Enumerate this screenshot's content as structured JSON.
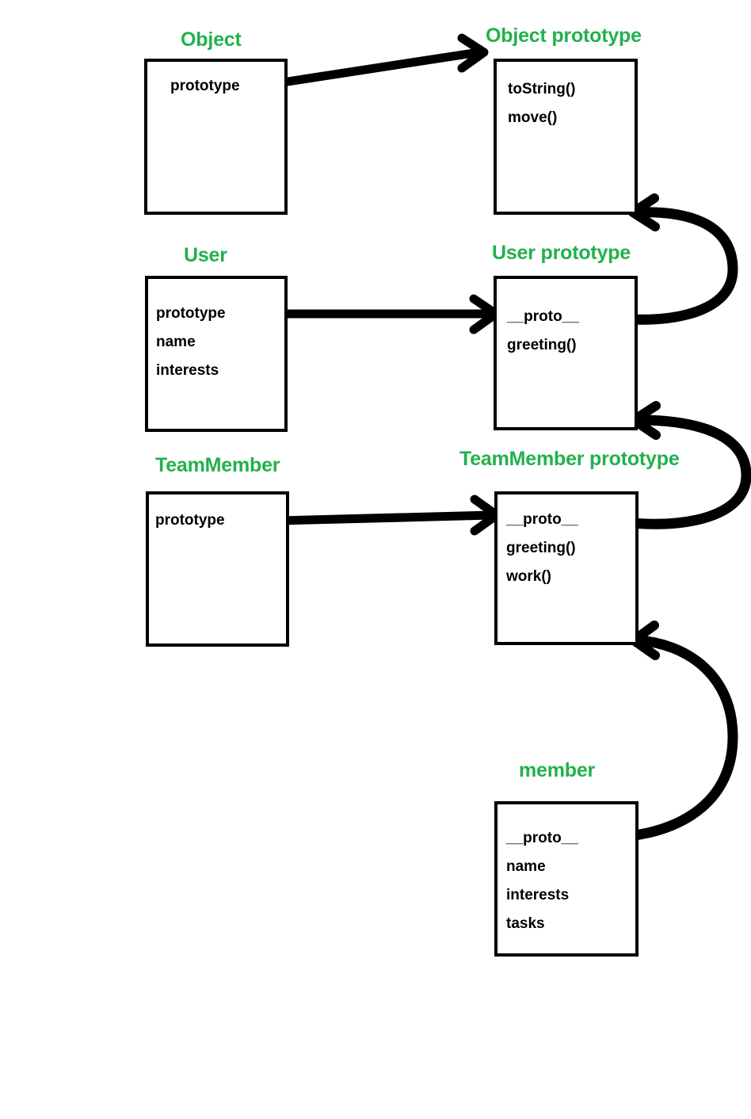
{
  "diagram": {
    "title_color": "#22b14c",
    "stroke_color": "#000000",
    "background": "#ffffff",
    "nodes": [
      {
        "id": "object",
        "title": "Object",
        "fields": [
          "prototype"
        ]
      },
      {
        "id": "object-prototype",
        "title": "Object prototype",
        "fields": [
          "toString()",
          "move()"
        ]
      },
      {
        "id": "user",
        "title": "User",
        "fields": [
          "prototype",
          "name",
          "interests"
        ]
      },
      {
        "id": "user-prototype",
        "title": "User prototype",
        "fields": [
          "__proto__",
          "greeting()"
        ]
      },
      {
        "id": "teammember",
        "title": "TeamMember",
        "fields": [
          "prototype"
        ]
      },
      {
        "id": "teammember-prototype",
        "title": "TeamMember prototype",
        "fields": [
          "__proto__",
          "greeting()",
          "work()"
        ]
      },
      {
        "id": "member",
        "title": "member",
        "fields": [
          "__proto__",
          "name",
          "interests",
          "tasks"
        ]
      }
    ],
    "edges": [
      {
        "id": "object-to-object-prototype",
        "from": "object.prototype",
        "to": "object-prototype"
      },
      {
        "id": "user-to-user-prototype",
        "from": "user.prototype",
        "to": "user-prototype"
      },
      {
        "id": "teammember-to-teammember-prototype",
        "from": "teammember.prototype",
        "to": "teammember-prototype"
      },
      {
        "id": "user-proto-to-object-prototype",
        "from": "user-prototype.__proto__",
        "to": "object-prototype"
      },
      {
        "id": "teammember-proto-to-user-prototype",
        "from": "teammember-prototype.__proto__",
        "to": "user-prototype"
      },
      {
        "id": "member-proto-to-teammember-prototype",
        "from": "member.__proto__",
        "to": "teammember-prototype"
      }
    ]
  }
}
